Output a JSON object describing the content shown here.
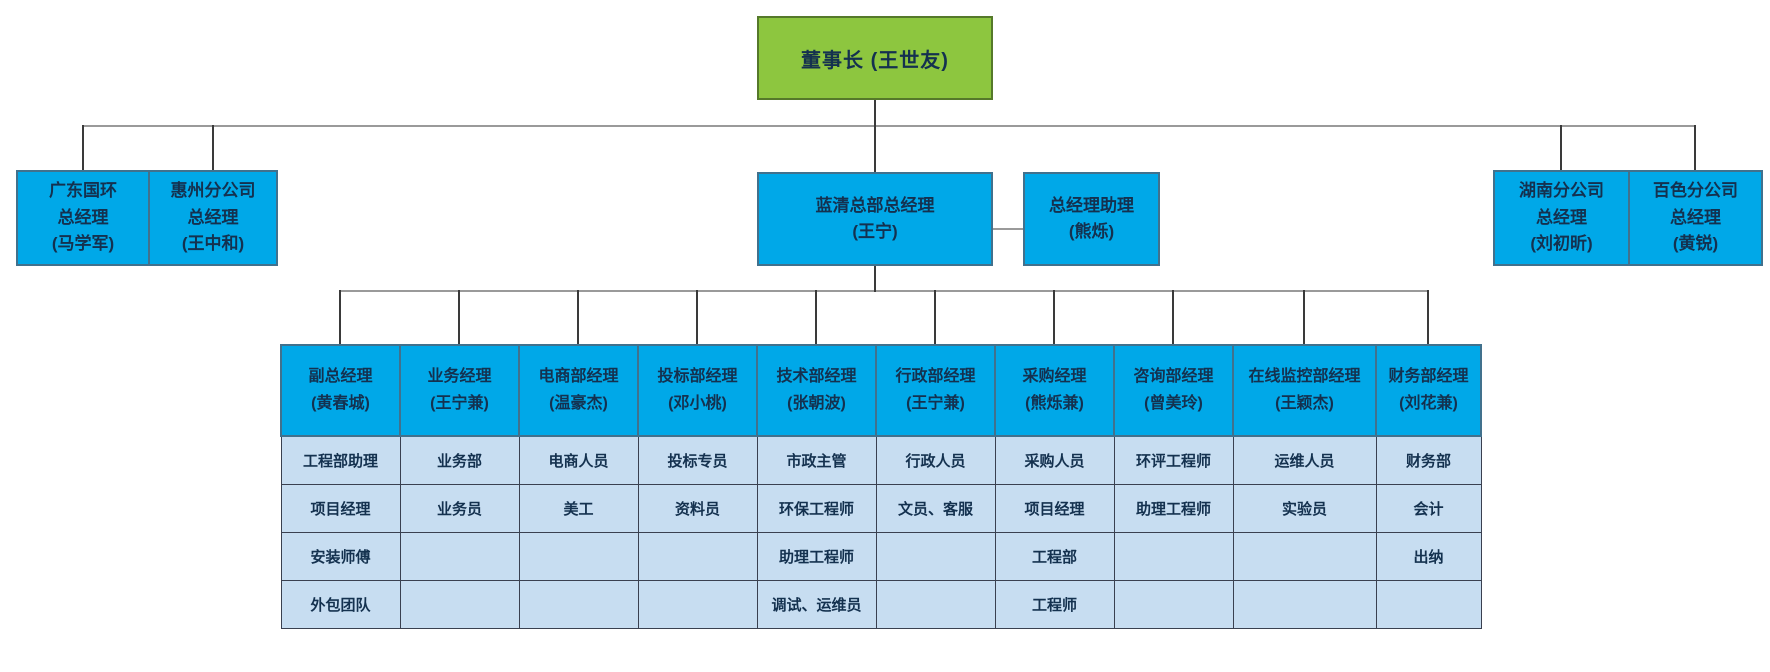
{
  "org": {
    "chairman": {
      "title": "董事长 (王世友)"
    },
    "level2": [
      {
        "id": "guangdong-guohuan-gm",
        "lines": [
          "广东国环",
          "总经理",
          "(马学军)"
        ]
      },
      {
        "id": "huizhou-branch-gm",
        "lines": [
          "惠州分公司",
          "总经理",
          "(王中和)"
        ]
      },
      {
        "id": "lanqing-hq-gm",
        "lines": [
          "蓝清总部总经理",
          "(王宁)"
        ]
      },
      {
        "id": "gm-assistant",
        "lines": [
          "总经理助理",
          "(熊烁)"
        ]
      },
      {
        "id": "hunan-branch-gm",
        "lines": [
          "湖南分公司",
          "总经理",
          "(刘初昕)"
        ]
      },
      {
        "id": "baise-branch-gm",
        "lines": [
          "百色分公司",
          "总经理",
          "(黄锐)"
        ]
      }
    ],
    "departments": [
      {
        "title": "副总经理",
        "name": "(黄春城)",
        "staff": [
          "工程部助理",
          "项目经理",
          "安装师傅",
          "外包团队"
        ]
      },
      {
        "title": "业务经理",
        "name": "(王宁兼)",
        "staff": [
          "业务部",
          "业务员",
          "",
          ""
        ]
      },
      {
        "title": "电商部经理",
        "name": "(温豪杰)",
        "staff": [
          "电商人员",
          "美工",
          "",
          ""
        ]
      },
      {
        "title": "投标部经理",
        "name": "(邓小桃)",
        "staff": [
          "投标专员",
          "资料员",
          "",
          ""
        ]
      },
      {
        "title": "技术部经理",
        "name": "(张朝波)",
        "staff": [
          "市政主管",
          "环保工程师",
          "助理工程师",
          "调试、运维员"
        ]
      },
      {
        "title": "行政部经理",
        "name": "(王宁兼)",
        "staff": [
          "行政人员",
          "文员、客服",
          "",
          ""
        ]
      },
      {
        "title": "采购经理",
        "name": "(熊烁兼)",
        "staff": [
          "采购人员",
          "项目经理",
          "工程部",
          "工程师"
        ]
      },
      {
        "title": "咨询部经理",
        "name": "(曾美玲)",
        "staff": [
          "环评工程师",
          "助理工程师",
          "",
          ""
        ]
      },
      {
        "title": "在线监控部经理",
        "name": "(王颖杰)",
        "staff": [
          "运维人员",
          "实验员",
          "",
          ""
        ]
      },
      {
        "title": "财务部经理",
        "name": "(刘花兼)",
        "staff": [
          "财务部",
          "会计",
          "出纳",
          ""
        ]
      }
    ],
    "colors": {
      "chairman_fill": "#8dc63f",
      "chairman_border": "#55792a",
      "box_fill": "#00a8e8",
      "box_border": "#41718d",
      "cell_fill": "#c7ddf1",
      "cell_border": "#3a4050",
      "text_color": "#14314f",
      "rail_color": "#9a9a9a",
      "drop_color": "#3a3a3a"
    }
  }
}
